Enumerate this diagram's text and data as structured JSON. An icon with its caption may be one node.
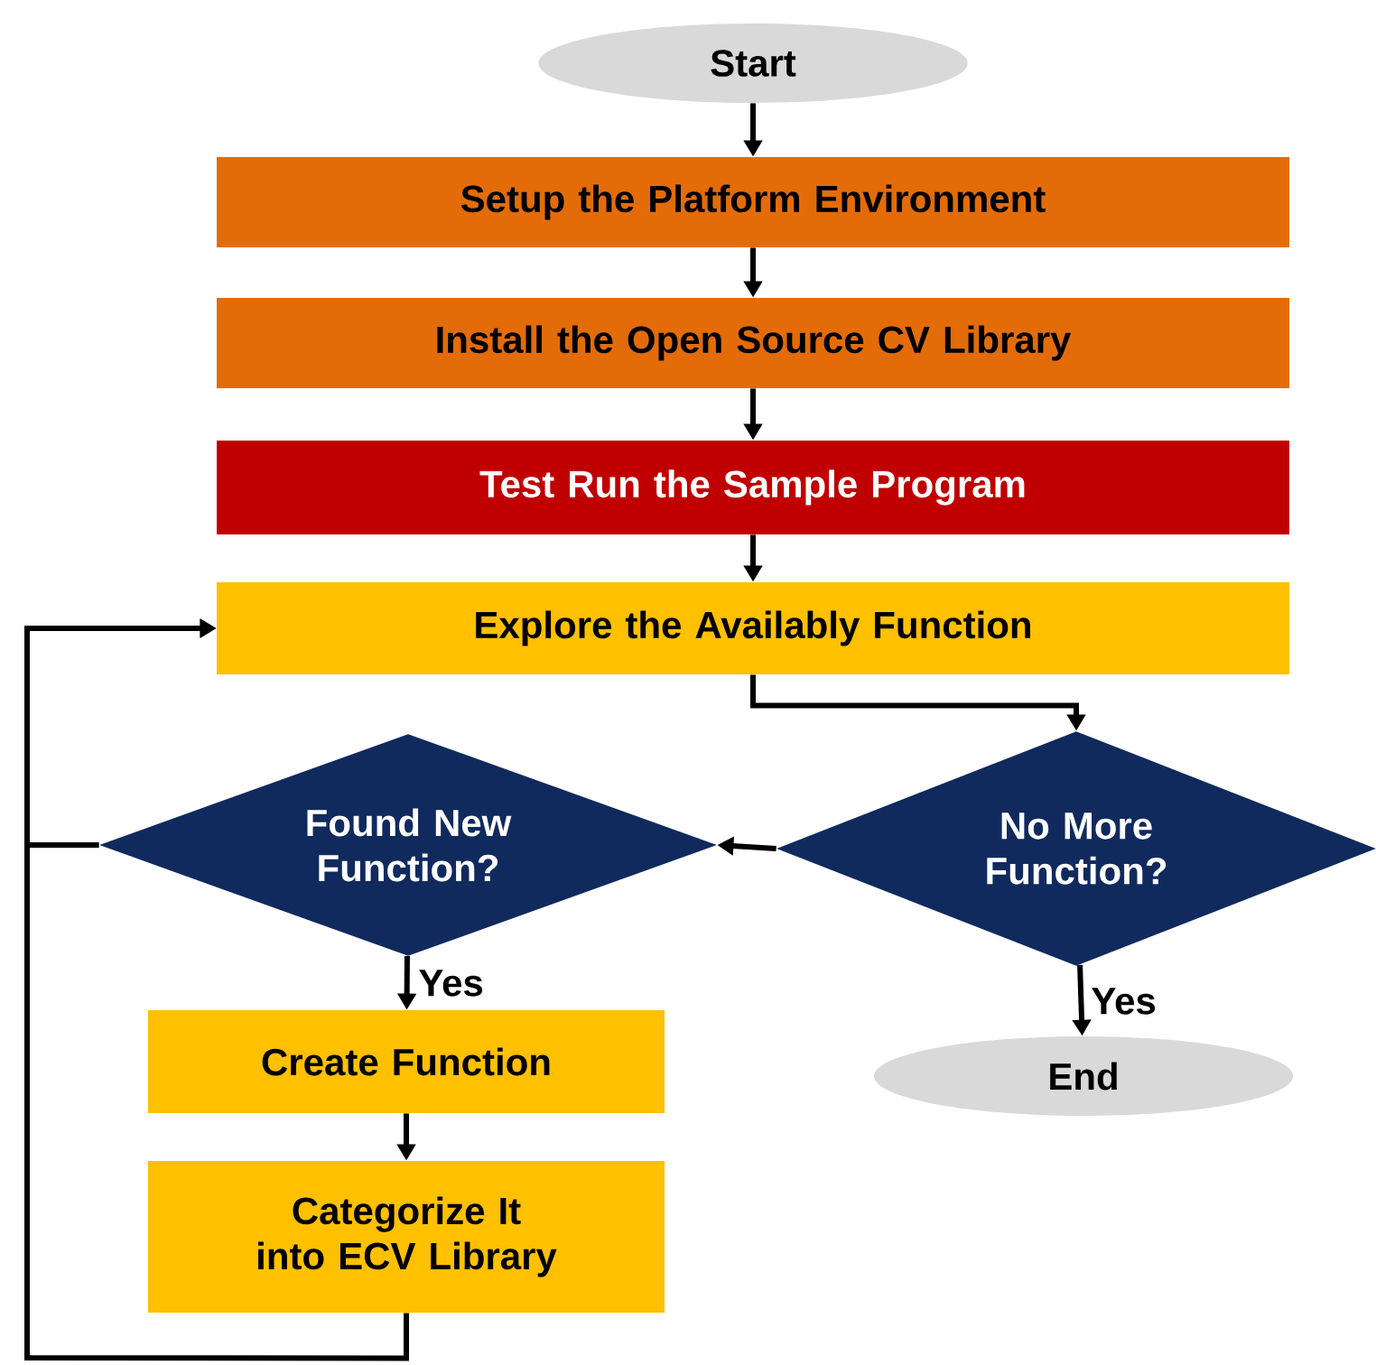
{
  "diagram": {
    "nodes": [
      {
        "text": [
          "Start"
        ]
      },
      {
        "text": [
          "Setup the Platform Environment"
        ]
      },
      {
        "text": [
          "Install the Open Source CV Library"
        ]
      },
      {
        "text": [
          "Test Run the Sample Program"
        ]
      },
      {
        "text": [
          "Explore the Availably Function"
        ]
      },
      {
        "text": [
          "No More Function?"
        ]
      },
      {
        "text": [
          "Found New Function?"
        ]
      },
      {
        "text": [
          "End"
        ]
      },
      {
        "text": [
          "Create Function"
        ]
      },
      {
        "text": [
          "Categorize It into ECV Library"
        ]
      }
    ],
    "edges": [
      {
        "from": 0,
        "to": 1,
        "arrow": "to"
      },
      {
        "from": 1,
        "to": 2,
        "arrow": "to"
      },
      {
        "from": 2,
        "to": 3,
        "arrow": "to"
      },
      {
        "from": 3,
        "to": 4,
        "arrow": "to"
      },
      {
        "from": 4,
        "to": 5,
        "arrow": "to"
      },
      {
        "from": 5,
        "to": 6,
        "arrow": "to"
      },
      {
        "from": 6,
        "to": 8,
        "arrow": "to",
        "label": "Yes"
      },
      {
        "from": 8,
        "to": 9,
        "arrow": "to"
      },
      {
        "from": 9,
        "to": 4,
        "arrow": "to"
      },
      {
        "from": 6,
        "to": 4,
        "arrow": "to"
      },
      {
        "from": 5,
        "to": 7,
        "arrow": "to",
        "label": "Yes"
      }
    ]
  }
}
